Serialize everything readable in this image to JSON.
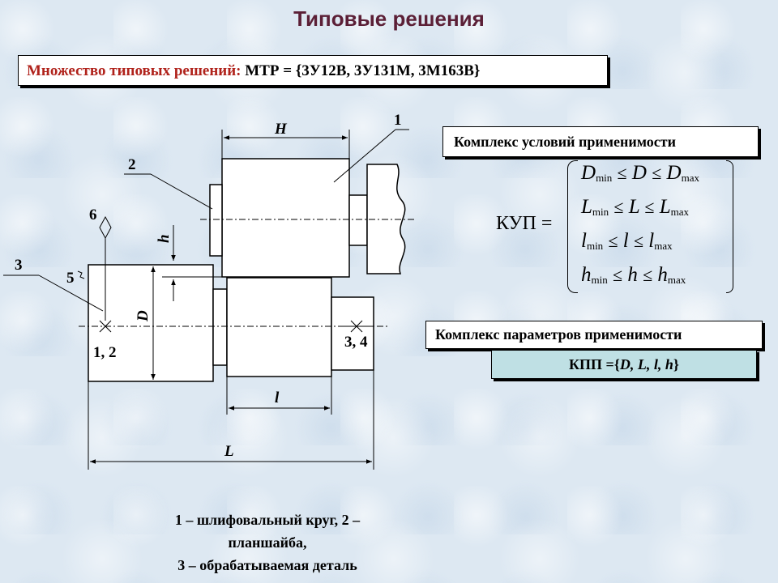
{
  "title": "Типовые решения",
  "mtr": {
    "label": "Множество типовых решений:",
    "value": " МТР = {3У12В, 3У131М, 3М163В}"
  },
  "kup": {
    "header": "Комплекс условий применимости",
    "label": "КУП =",
    "rows": [
      {
        "v1": "D",
        "s1": "min",
        "v2": "D",
        "v3": "D",
        "s3": "max"
      },
      {
        "v1": "L",
        "s1": "min",
        "v2": "L",
        "v3": "L",
        "s3": "max"
      },
      {
        "v1": "l",
        "s1": "min",
        "v2": "l",
        "v3": "l",
        "s3": "max"
      },
      {
        "v1": "h",
        "s1": "min",
        "v2": "h",
        "v3": "h",
        "s3": "max"
      }
    ],
    "op": "≤"
  },
  "kpp": {
    "header": "Комплекс параметров применимости",
    "prefix": "КПП ={",
    "vars": "D, L, l, h",
    "suffix": "}"
  },
  "diagram": {
    "labels": {
      "H": "H",
      "h": "h",
      "D": "D",
      "l": "l",
      "L": "L",
      "n1": "1",
      "n2": "2",
      "n3": "3",
      "n5": "5",
      "n6": "6",
      "n12": "1, 2",
      "n34": "3, 4"
    }
  },
  "legend": {
    "line1": "1 – шлифовальный круг, 2 –",
    "line2": "планшайба,",
    "line3": "3 – обрабатываемая деталь"
  }
}
